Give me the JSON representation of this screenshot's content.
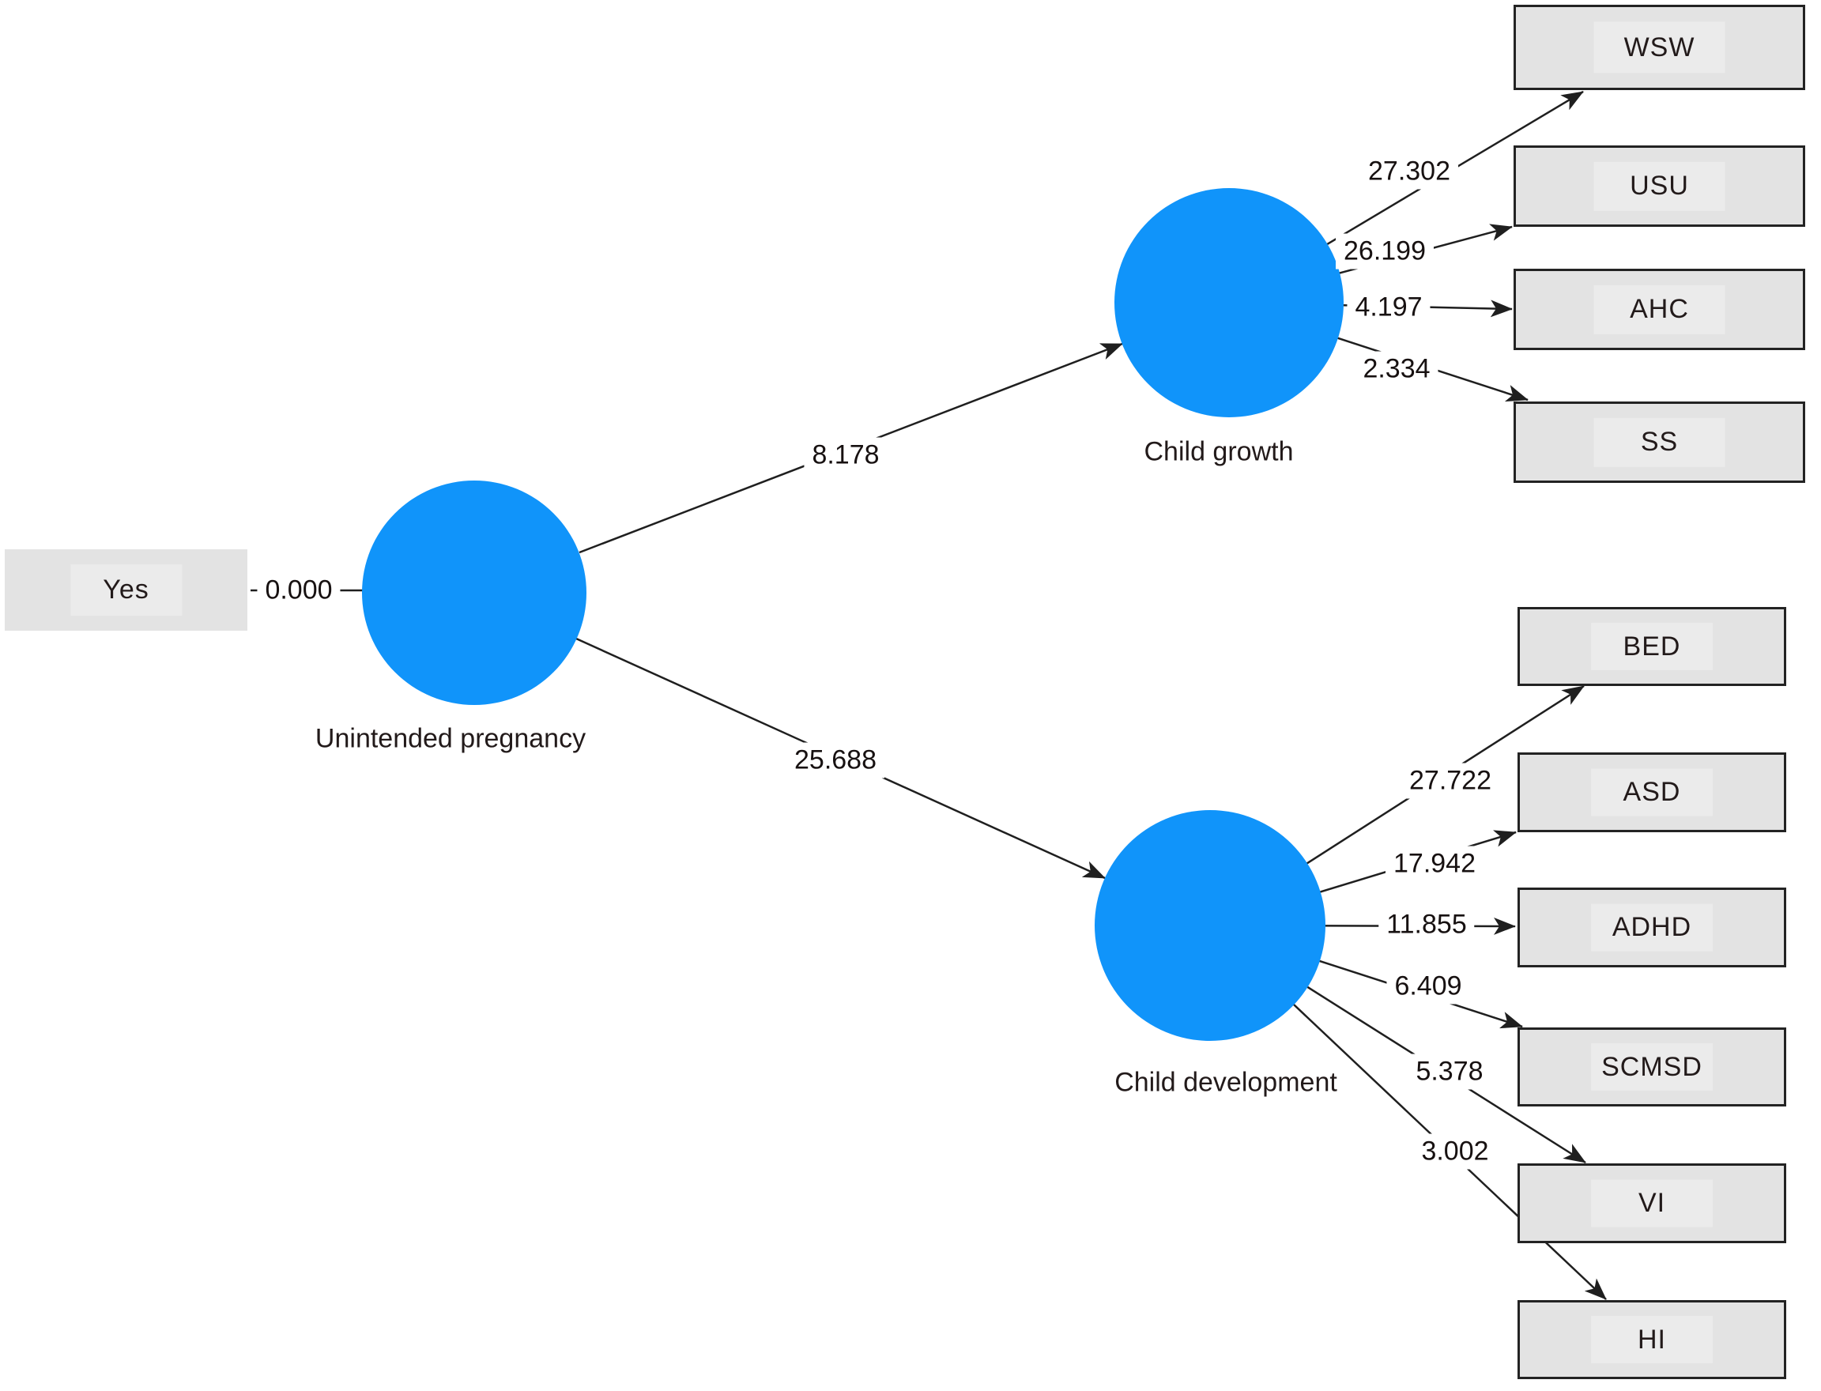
{
  "colors": {
    "latent_fill": "#1094fa",
    "box_fill": "#e3e3e3",
    "box_inner_fill": "#ebebeb",
    "box_border": "#232323",
    "connector": "#1f1f1f",
    "text": "#221a1a",
    "background": "#ffffff"
  },
  "source_indicator": {
    "label": "Yes",
    "loading": "0.000"
  },
  "latents": {
    "predictor": {
      "label": "Unintended pregnancy"
    },
    "growth": {
      "label": "Child growth",
      "path_value": "8.178"
    },
    "development": {
      "label": "Child development",
      "path_value": "25.688"
    }
  },
  "growth_indicators": [
    {
      "label": "WSW",
      "value": "27.302"
    },
    {
      "label": "USU",
      "value": "26.199"
    },
    {
      "label": "AHC",
      "value": "4.197"
    },
    {
      "label": "SS",
      "value": "2.334"
    }
  ],
  "development_indicators": [
    {
      "label": "BED",
      "value": "27.722"
    },
    {
      "label": "ASD",
      "value": "17.942"
    },
    {
      "label": "ADHD",
      "value": "11.855"
    },
    {
      "label": "SCMSD",
      "value": "6.409"
    },
    {
      "label": "VI",
      "value": "5.378"
    },
    {
      "label": "HI",
      "value": "3.002"
    }
  ]
}
